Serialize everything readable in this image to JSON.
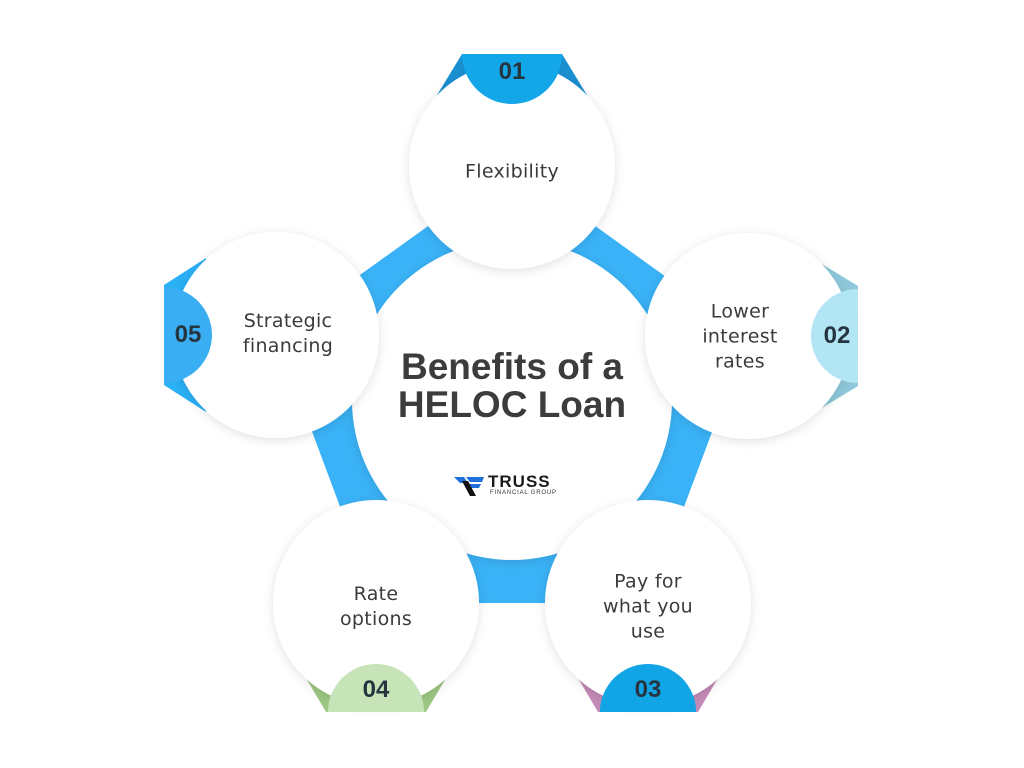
{
  "title": {
    "line1": "Benefits of a",
    "line2": "HELOC Loan"
  },
  "logo": {
    "name": "TRUSS",
    "subtitle": "FINANCIAL GROUP",
    "icon": "truss-wing-f-icon"
  },
  "benefits": [
    {
      "number": "01",
      "lines": [
        "Flexibility"
      ],
      "badge_color": "#13a6e8",
      "wing_color": "#1a8fd0"
    },
    {
      "number": "02",
      "lines": [
        "Lower",
        "interest",
        "rates"
      ],
      "badge_color": "#b3e6f5",
      "wing_color": "#8ec7da"
    },
    {
      "number": "03",
      "lines": [
        "Pay for",
        "what you",
        "use"
      ],
      "badge_color": "#12a5e6",
      "wing_color": "#c48ab8"
    },
    {
      "number": "04",
      "lines": [
        "Rate",
        "options"
      ],
      "badge_color": "#c7e3b8",
      "wing_color": "#9dc883"
    },
    {
      "number": "05",
      "lines": [
        "Strategic",
        "financing"
      ],
      "badge_color": "#3aaef2",
      "wing_color": "#2ab0f5"
    }
  ],
  "colors": {
    "connector_blue": "#3ab2f7",
    "text": "#3b3b3b",
    "badge_text": "#263440"
  }
}
